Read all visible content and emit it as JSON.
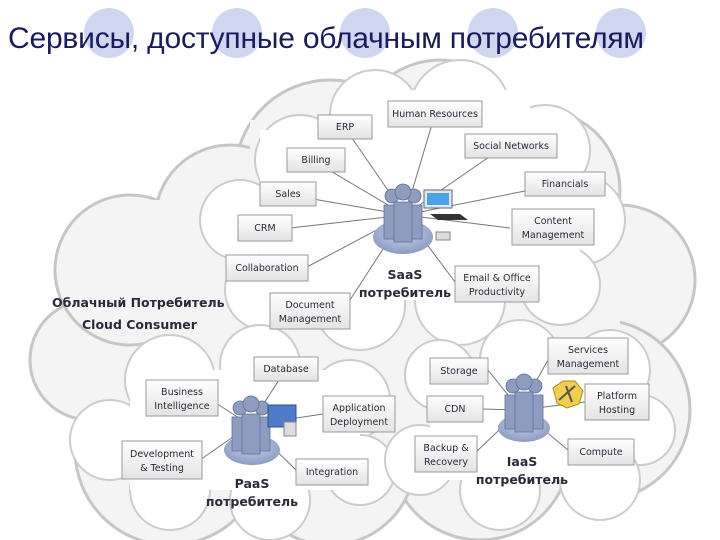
{
  "title": "Сервисы, доступные облачным потребителям",
  "consumer_label": [
    "Облачный Потребитель",
    "Cloud Consumer"
  ],
  "saas": {
    "label": [
      "SaaS",
      "потребитель"
    ],
    "services": {
      "hr": [
        "Human Resources"
      ],
      "erp": [
        "ERP"
      ],
      "social": [
        "Social Networks"
      ],
      "billing": [
        "Billing"
      ],
      "financials": [
        "Financials"
      ],
      "sales": [
        "Sales"
      ],
      "content": [
        "Content",
        "Management"
      ],
      "crm": [
        "CRM"
      ],
      "collab": [
        "Collaboration"
      ],
      "email": [
        "Email & Office",
        "Productivity"
      ],
      "docmgmt": [
        "Document",
        "Management"
      ]
    }
  },
  "paas": {
    "label": [
      "PaaS",
      "потребитель"
    ],
    "services": {
      "database": [
        "Database"
      ],
      "bi": [
        "Business",
        "Intelligence"
      ],
      "appdeploy": [
        "Application",
        "Deployment"
      ],
      "devtest": [
        "Development",
        "& Testing"
      ],
      "integration": [
        "Integration"
      ]
    }
  },
  "iaas": {
    "label": [
      "IaaS",
      "потребитель"
    ],
    "services": {
      "storage": [
        "Storage"
      ],
      "svcmgmt": [
        "Services",
        "Management"
      ],
      "cdn": [
        "CDN"
      ],
      "platform": [
        "Platform",
        "Hosting"
      ],
      "backup": [
        "Backup &",
        "Recovery"
      ],
      "compute": [
        "Compute"
      ]
    }
  },
  "colors": {
    "title": "#1a1a5e",
    "cloud_fill": "#f4f4f4",
    "cloud_stroke": "#c6c6c6",
    "person": "#9aa7c8",
    "disc": "#a3b3d6"
  }
}
